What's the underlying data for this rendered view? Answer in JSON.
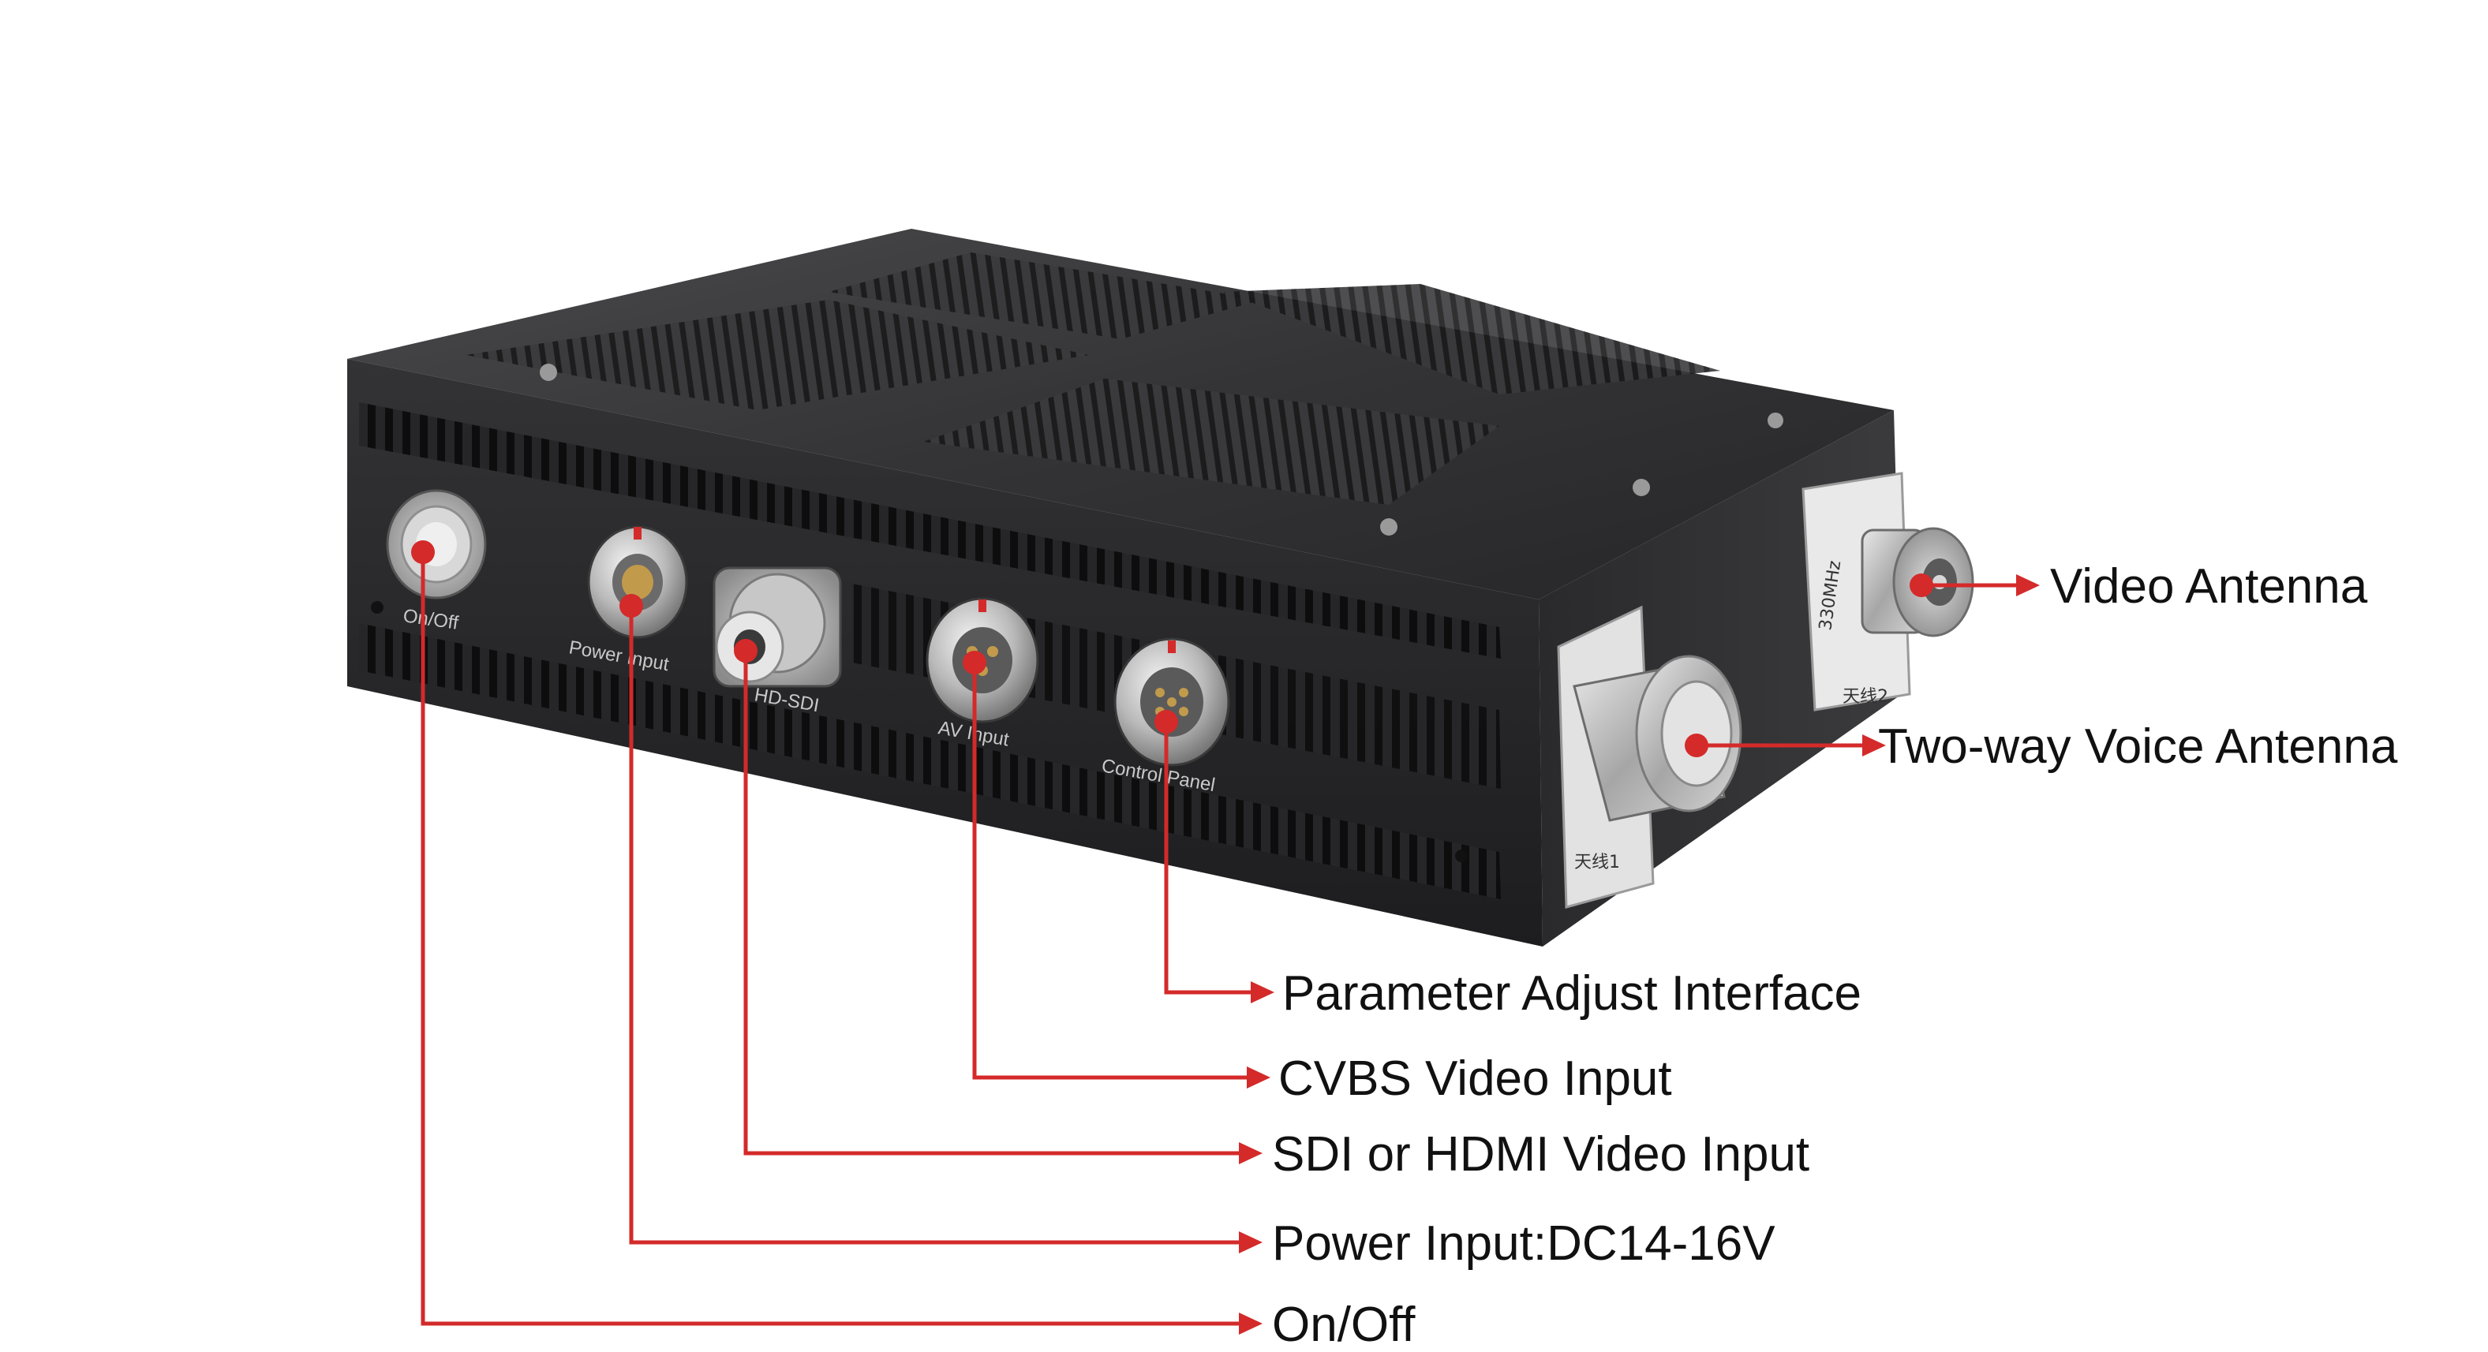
{
  "device": {
    "panel_labels": {
      "on_off": "On/Off",
      "power_input": "Power Input",
      "hd_sdi": "HD-SDI",
      "av_input": "AV Input",
      "control_panel": "Control Panel"
    },
    "antenna_tags": {
      "video": "天线2",
      "voice": "天线1",
      "freq": "330MHz"
    }
  },
  "callouts": {
    "video_antenna": "Video Antenna",
    "voice_antenna": "Two-way Voice Antenna",
    "parameter_adjust": "Parameter Adjust Interface",
    "cvbs_input": "CVBS Video Input",
    "sdi_hdmi_input": "SDI or HDMI Video Input",
    "power_input": "Power Input:DC14-16V",
    "on_off": "On/Off"
  },
  "colors": {
    "leader_line": "#d42a2a",
    "body_dark": "#2c2c2e",
    "body_top": "#3a3a3c",
    "label_text": "#111111"
  }
}
